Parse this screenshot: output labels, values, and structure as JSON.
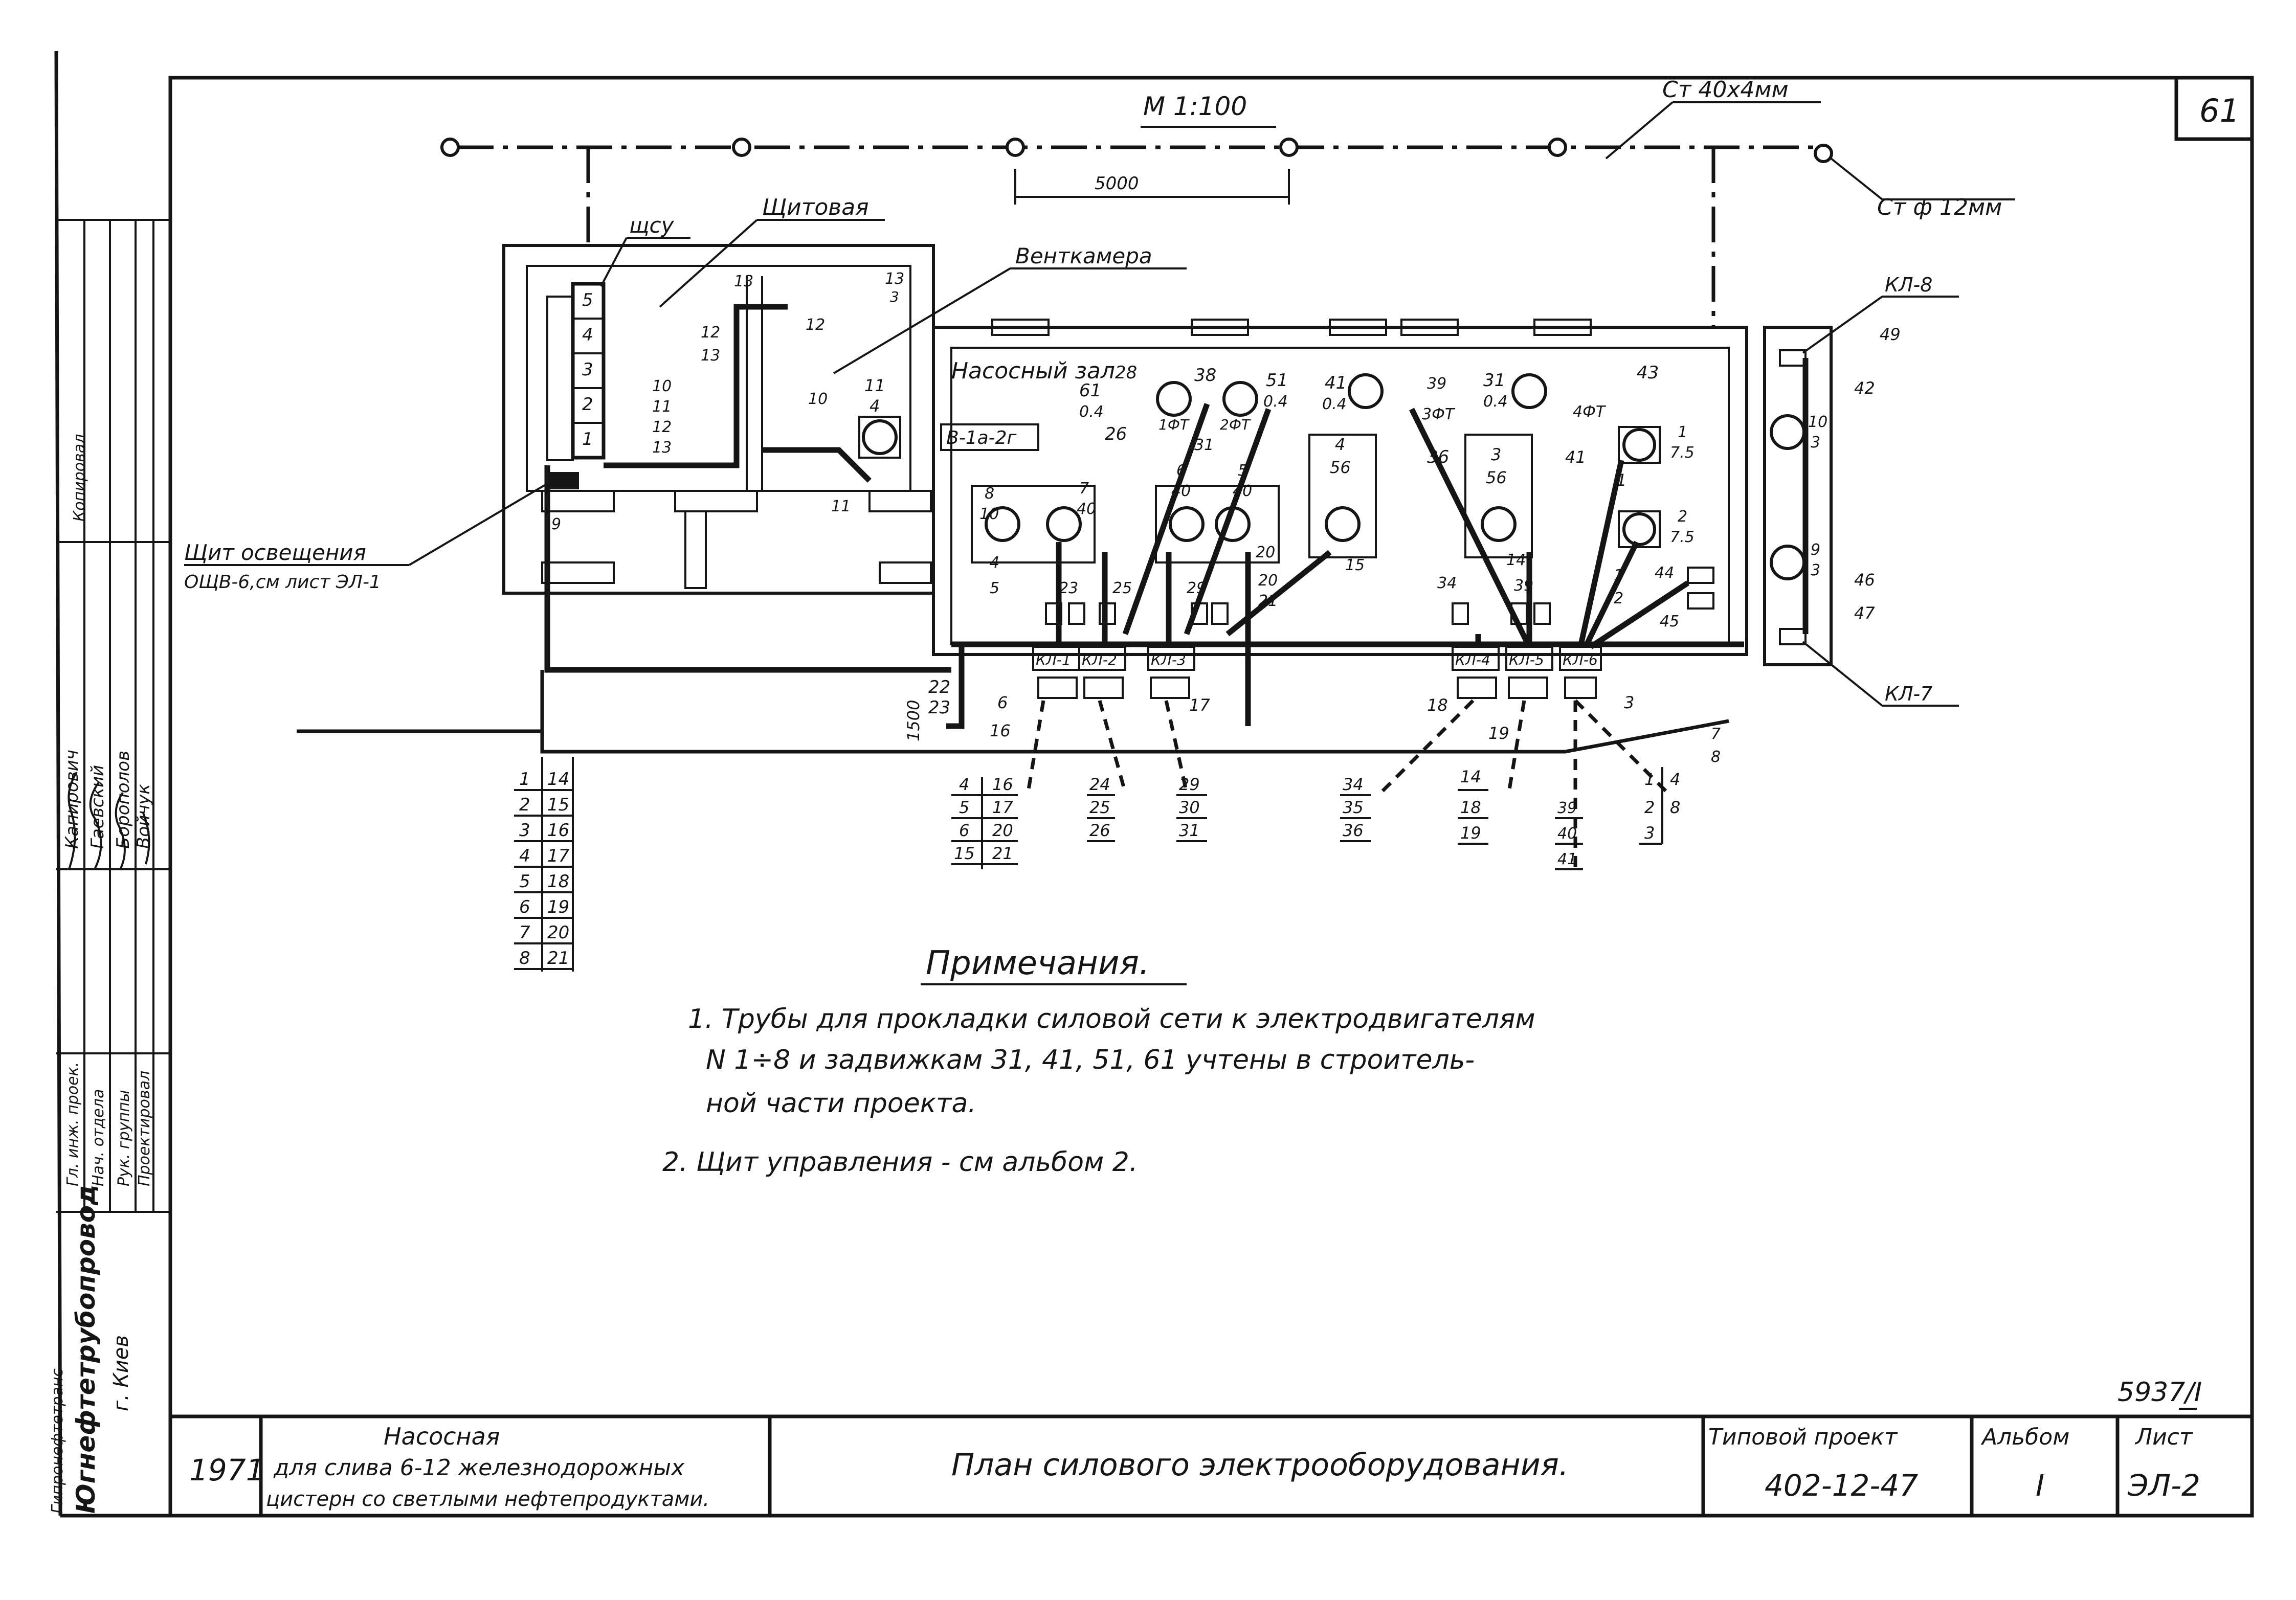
{
  "sheet_number": "61",
  "scale_label": "М 1:100",
  "grounding": {
    "strip_label": "Ст 40х4мм",
    "rod_label": "Ст ф 12мм",
    "spacing": "5000"
  },
  "rooms": {
    "switchboard": "Щитовая",
    "fan_chamber": "Венткамера",
    "pump_hall": "Насосный зал",
    "pump_hall_class": "В-1а-2г"
  },
  "boards": {
    "schu": "щсу",
    "lighting_board": "Щит освещения",
    "lighting_board_ref": "ОЩВ-6,см лист ЭЛ-1"
  },
  "panel_cells": [
    "1",
    "2",
    "3",
    "4",
    "5"
  ],
  "cable_posts": {
    "kl1": "КЛ-1",
    "kl2": "КЛ-2",
    "kl3": "КЛ-3",
    "kl4": "КЛ-4",
    "kl5": "КЛ-5",
    "kl6": "КЛ-6",
    "kl7": "КЛ-7",
    "kl8": "КЛ-8"
  },
  "labels": {
    "l28": "28",
    "l1ft": "1ФТ",
    "l38a": "38",
    "l2ft": "2ФТ",
    "l51": "51",
    "l04a": "0.4",
    "l61": "61",
    "l04b": "0.4",
    "l26": "26",
    "l31": "31",
    "l41": "41",
    "l04c": "0.4",
    "l39": "39",
    "l3ft": "3ФТ",
    "l31b": "31",
    "l04d": "0.4",
    "l4ft": "4ФТ",
    "l43": "43",
    "l8": "8",
    "l10": "10",
    "l7": "7",
    "l40": "40",
    "l4": "4",
    "l5": "5",
    "l23": "23",
    "l25": "25",
    "l6": "6",
    "l40b": "40",
    "l5b": "5",
    "l40c": "40",
    "l20": "20",
    "l29": "29",
    "l20b": "20",
    "l21": "21",
    "l4m": "4",
    "l56": "56",
    "l15": "15",
    "l36": "36",
    "l3m": "3",
    "l56b": "56",
    "l14": "14",
    "l34": "34",
    "l39b": "39",
    "l41b": "41",
    "l1": "1",
    "l1m": "1",
    "l75": "7.5",
    "l2m": "2",
    "l75b": "7.5",
    "l44": "44",
    "l45": "45",
    "l1b": "1",
    "l2b": "2",
    "l12": "12",
    "l13": "13",
    "l13b": "13",
    "l12b": "12",
    "l13c": "13",
    "l3": "3",
    "l10b": "10",
    "l11": "11",
    "l4b": "4",
    "l10c": "10",
    "l11b": "11",
    "l12c": "12",
    "l13d": "13",
    "l11c": "11",
    "l9": "9",
    "l49": "49",
    "l42": "42",
    "l10d": "10",
    "l3b": "3",
    "l9b": "9",
    "l3c": "3",
    "l46": "46",
    "l47": "47",
    "l22": "22",
    "l23b": "23",
    "l6b": "6",
    "l16": "16",
    "l17": "17",
    "l18": "18",
    "l19": "19",
    "l3d": "3",
    "l7b": "7",
    "l8b": "8",
    "dim1500": "1500"
  },
  "table_left": [
    [
      "1",
      "14"
    ],
    [
      "2",
      "15"
    ],
    [
      "3",
      "16"
    ],
    [
      "4",
      "17"
    ],
    [
      "5",
      "18"
    ],
    [
      "6",
      "19"
    ],
    [
      "7",
      "20"
    ],
    [
      "8",
      "21"
    ]
  ],
  "table_b": [
    [
      "4",
      "16"
    ],
    [
      "5",
      "17"
    ],
    [
      "6",
      "20"
    ],
    [
      "15",
      "21"
    ]
  ],
  "stack_c": [
    "24",
    "25",
    "26"
  ],
  "stack_d": [
    "29",
    "30",
    "31"
  ],
  "stack_e": [
    "34",
    "35",
    "36"
  ],
  "stack_f": [
    "14",
    "18",
    "19"
  ],
  "stack_g": [
    "39",
    "40",
    "41"
  ],
  "table_h": [
    [
      "1",
      "4"
    ],
    [
      "2",
      "8"
    ],
    [
      "3",
      ""
    ]
  ],
  "notes": {
    "title": "Примечания.",
    "n1_line1": "1. Трубы для прокладки силовой сети к электродвигателям",
    "n1_line2": "N 1÷8 и задвижкам 31, 41, 51, 61 учтены в строитель-",
    "n1_line3": "ной части проекта.",
    "n2": "2. Щит управления - см альбом 2."
  },
  "archive_number": "5937/I",
  "title_block": {
    "year": "1971",
    "object_line1": "Насосная",
    "object_line2": "для слива 6-12 железнодорожных",
    "object_line3": "цистерн со светлыми нефтепродуктами.",
    "sheet_title": "План силового электрооборудования.",
    "project_header": "Типовой проект",
    "project_number": "402-12-47",
    "album_header": "Альбом",
    "album_number": "I",
    "sheet_header": "Лист",
    "sheet_code": "ЭЛ-2"
  },
  "side_stamp": {
    "organization_line1": "Гипронефтетранс",
    "organization_line2": "Югнефтетрубопровод",
    "city": "г. Киев",
    "roles": [
      "Гл. инж. проек.",
      "Нач. отдела",
      "Рук. группы",
      "Проектировал"
    ],
    "names": [
      "Капирович",
      "Гаевский",
      "Борополов",
      "Войчук"
    ],
    "footnote": "Копировал"
  }
}
